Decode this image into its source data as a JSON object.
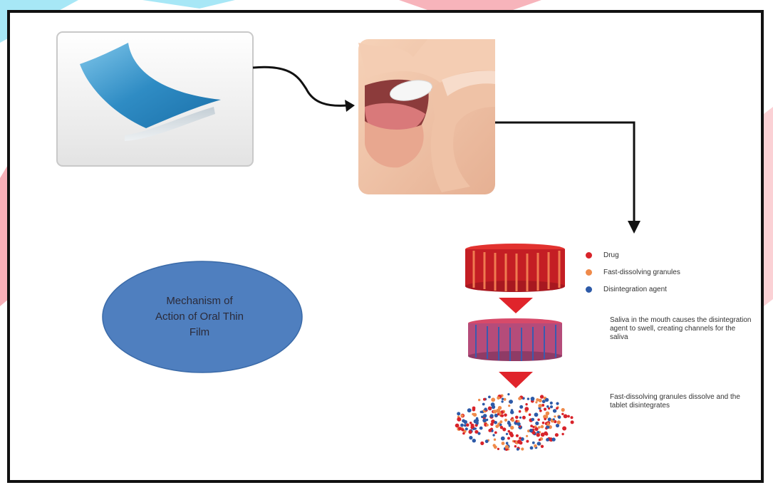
{
  "diagram": {
    "center_label": "Mechanism of Action of Oral Thin Film",
    "legend": [
      {
        "label": "Drug",
        "color": "#d8232a"
      },
      {
        "label": "Fast-dissolving granules",
        "color": "#ef8a4a"
      },
      {
        "label": "Disintegration agent",
        "color": "#2d5aa8"
      }
    ],
    "notes": {
      "step1": "Saliva in the mouth causes the disintegration agent to swell, creating channels for the saliva",
      "step2": "Fast-dissolving granules dissolve and the tablet disintegrates"
    }
  },
  "colors": {
    "ellipse_fill": "#4f7fbf",
    "film_blue": "#2f8cc4",
    "tablet_red": "#d8232a",
    "arrow_red": "#e0242b"
  }
}
